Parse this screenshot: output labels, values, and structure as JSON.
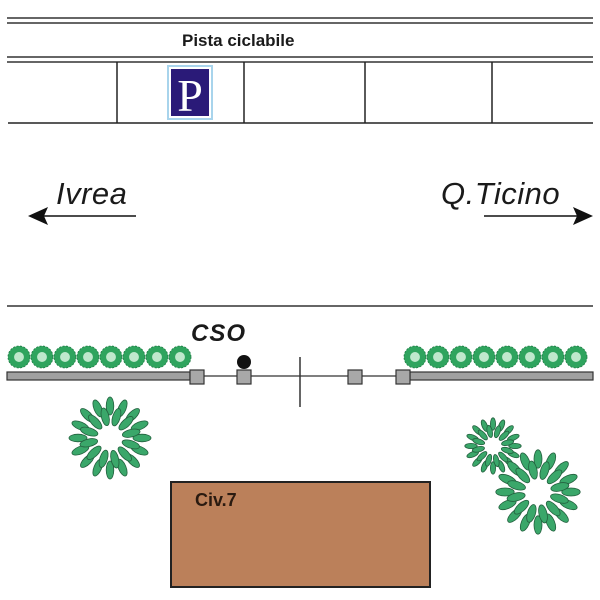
{
  "map": {
    "title": "Pista ciclabile",
    "parking_sign": {
      "icon": "parking-sign-icon",
      "letter": "P",
      "color": "#2a1a78",
      "border_color": "#a8d4ec"
    },
    "directions": [
      {
        "label": "Ivrea",
        "arrow": "arrow-left-icon"
      },
      {
        "label": "Q.Ticino",
        "arrow": "arrow-right-icon"
      }
    ],
    "cso_label": "CSO",
    "building": {
      "label": "Civ.7",
      "color": "#bb805a"
    },
    "colors": {
      "vegetation": "#3aa76a",
      "hedge": "#2fa45e",
      "wall": "#a0a0a0",
      "line": "#222222"
    }
  }
}
